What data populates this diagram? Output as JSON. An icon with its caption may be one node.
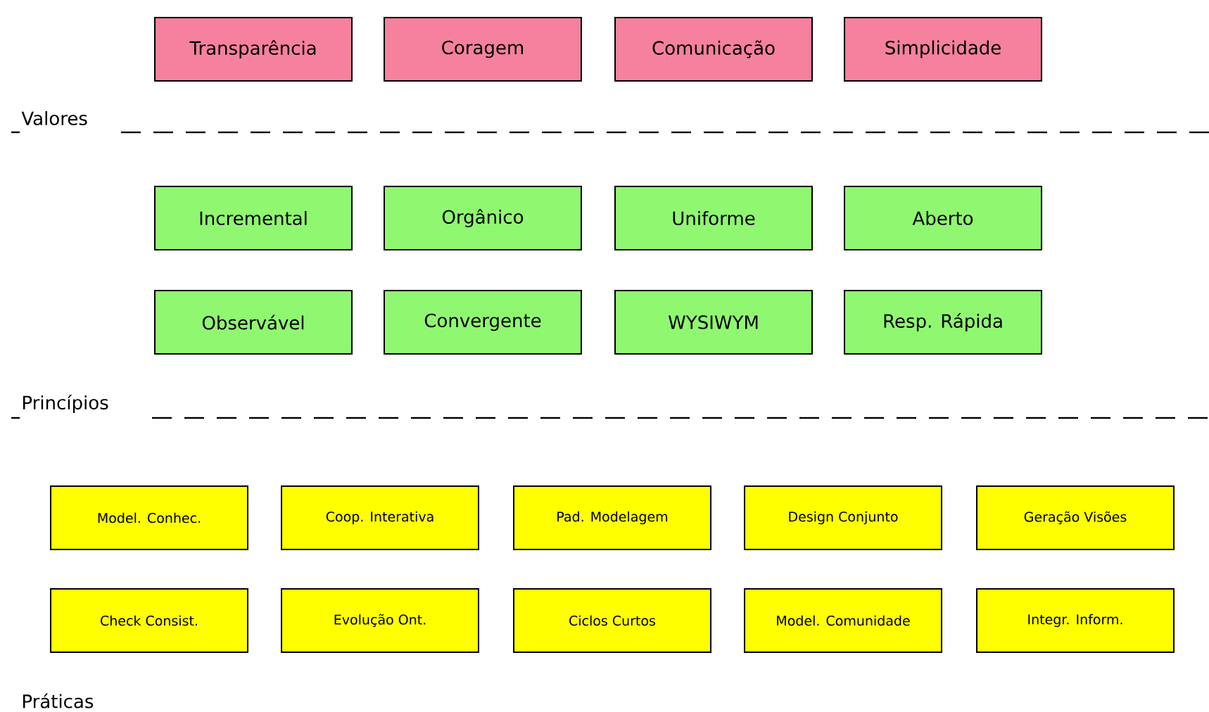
{
  "diagram": {
    "nodes": [
      {
        "text": [
          "Transparência"
        ]
      },
      {
        "text": [
          "Coragem"
        ]
      },
      {
        "text": [
          "Comunicação"
        ]
      },
      {
        "text": [
          "Simplicidade"
        ]
      },
      {
        "text": [
          "Incremental"
        ]
      },
      {
        "text": [
          "Orgânico"
        ]
      },
      {
        "text": [
          "Uniforme"
        ]
      },
      {
        "text": [
          "Aberto"
        ]
      },
      {
        "text": [
          "Observável"
        ]
      },
      {
        "text": [
          "Convergente"
        ]
      },
      {
        "text": [
          "WYSIWYM"
        ]
      },
      {
        "text": [
          "Resp. Rápida"
        ]
      },
      {
        "text": [
          "Model. Conhec."
        ]
      },
      {
        "text": [
          "Coop. Interativa"
        ]
      },
      {
        "text": [
          "Pad. Modelagem"
        ]
      },
      {
        "text": [
          "Design Conjunto"
        ]
      },
      {
        "text": [
          "Geração Visões"
        ]
      },
      {
        "text": [
          "Check Consist."
        ]
      },
      {
        "text": [
          "Evolução Ont."
        ]
      },
      {
        "text": [
          "Ciclos Curtos"
        ]
      },
      {
        "text": [
          "Model. Comunidade"
        ]
      },
      {
        "text": [
          "Integr. Inform."
        ]
      }
    ],
    "labels": [
      "Valores",
      "Princípios",
      "Práticas"
    ]
  }
}
